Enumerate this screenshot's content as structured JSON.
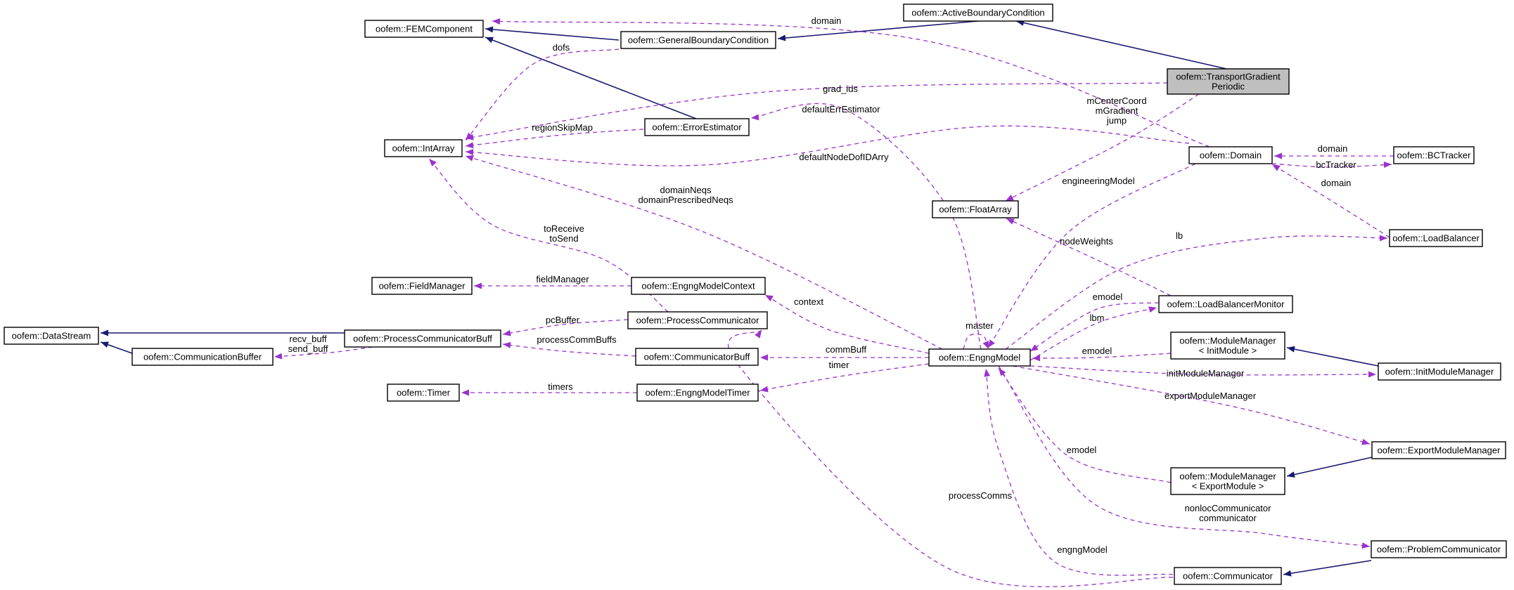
{
  "colors": {
    "inheritance": "#191970",
    "usage": "#9a32cd",
    "focus_fill": "#bfbfbf",
    "box_fill": "#ffffff",
    "box_stroke": "#000000"
  },
  "nodes": [
    {
      "id": "transport",
      "lines": [
        "oofem::TransportGradient",
        "Periodic"
      ],
      "focus": true
    },
    {
      "id": "activebc",
      "lines": [
        "oofem::ActiveBoundaryCondition"
      ]
    },
    {
      "id": "generalbc",
      "lines": [
        "oofem::GeneralBoundaryCondition"
      ]
    },
    {
      "id": "femcomponent",
      "lines": [
        "oofem::FEMComponent"
      ]
    },
    {
      "id": "intarray",
      "lines": [
        "oofem::IntArray"
      ]
    },
    {
      "id": "errorestimator",
      "lines": [
        "oofem::ErrorEstimator"
      ]
    },
    {
      "id": "domain",
      "lines": [
        "oofem::Domain"
      ]
    },
    {
      "id": "bctracker",
      "lines": [
        "oofem::BCTracker"
      ]
    },
    {
      "id": "floatarray",
      "lines": [
        "oofem::FloatArray"
      ]
    },
    {
      "id": "loadbalancer",
      "lines": [
        "oofem::LoadBalancer"
      ]
    },
    {
      "id": "fieldmanager",
      "lines": [
        "oofem::FieldManager"
      ]
    },
    {
      "id": "engngmodelcontext",
      "lines": [
        "oofem::EngngModelContext"
      ]
    },
    {
      "id": "processcommunicator",
      "lines": [
        "oofem::ProcessCommunicator"
      ]
    },
    {
      "id": "loadbalancermonitor",
      "lines": [
        "oofem::LoadBalancerMonitor"
      ]
    },
    {
      "id": "datastream",
      "lines": [
        "oofem::DataStream"
      ]
    },
    {
      "id": "processcommunicatorbuff",
      "lines": [
        "oofem::ProcessCommunicatorBuff"
      ]
    },
    {
      "id": "communicationbuffer",
      "lines": [
        "oofem::CommunicationBuffer"
      ]
    },
    {
      "id": "communicatorbuff",
      "lines": [
        "oofem::CommunicatorBuff"
      ]
    },
    {
      "id": "engngmodel",
      "lines": [
        "oofem::EngngModel"
      ]
    },
    {
      "id": "modulemanagerinit",
      "lines": [
        "oofem::ModuleManager",
        "< InitModule >"
      ]
    },
    {
      "id": "initmodulemanager",
      "lines": [
        "oofem::InitModuleManager"
      ]
    },
    {
      "id": "timer",
      "lines": [
        "oofem::Timer"
      ]
    },
    {
      "id": "engngmodeltimer",
      "lines": [
        "oofem::EngngModelTimer"
      ]
    },
    {
      "id": "exportmodulemanager",
      "lines": [
        "oofem::ExportModuleManager"
      ]
    },
    {
      "id": "modulemanagerexport",
      "lines": [
        "oofem::ModuleManager",
        "< ExportModule >"
      ]
    },
    {
      "id": "problemcommunicator",
      "lines": [
        "oofem::ProblemCommunicator"
      ]
    },
    {
      "id": "communicator",
      "lines": [
        "oofem::Communicator"
      ]
    }
  ],
  "edges": [
    {
      "kind": "inherit",
      "from": "transport",
      "to": "activebc",
      "label": []
    },
    {
      "kind": "inherit",
      "from": "activebc",
      "to": "generalbc",
      "label": []
    },
    {
      "kind": "inherit",
      "from": "generalbc",
      "to": "femcomponent",
      "label": []
    },
    {
      "kind": "inherit",
      "from": "errorestimator",
      "to": "femcomponent",
      "label": []
    },
    {
      "kind": "usage",
      "from": "domain",
      "to": "femcomponent",
      "label": [
        "domain"
      ]
    },
    {
      "kind": "usage",
      "from": "generalbc",
      "to": "intarray",
      "label": [
        "dofs"
      ]
    },
    {
      "kind": "usage",
      "from": "transport",
      "to": "intarray",
      "label": [
        "grad_ids"
      ]
    },
    {
      "kind": "usage",
      "from": "errorestimator",
      "to": "intarray",
      "label": [
        "regionSkipMap"
      ]
    },
    {
      "kind": "usage",
      "from": "domain",
      "to": "intarray",
      "label": [
        "defaultNodeDofIDArry"
      ]
    },
    {
      "kind": "usage",
      "from": "engngmodel",
      "to": "intarray",
      "label": [
        "domainNeqs",
        "domainPrescribedNeqs"
      ]
    },
    {
      "kind": "usage",
      "from": "processcommunicator",
      "to": "intarray",
      "label": [
        "toReceive",
        "toSend"
      ]
    },
    {
      "kind": "usage",
      "from": "transport",
      "to": "floatarray",
      "label": [
        "mCenterCoord",
        "mGradient",
        "jump"
      ]
    },
    {
      "kind": "usage",
      "from": "engngmodel",
      "to": "errorestimator",
      "label": [
        "defaultErrEstimator"
      ]
    },
    {
      "kind": "usage",
      "from": "bctracker",
      "to": "domain",
      "label": [
        "domain"
      ]
    },
    {
      "kind": "usage",
      "from": "domain",
      "to": "bctracker",
      "label": [
        "bcTracker"
      ]
    },
    {
      "kind": "usage",
      "from": "loadbalancer",
      "to": "domain",
      "label": [
        "domain"
      ]
    },
    {
      "kind": "usage",
      "from": "domain",
      "to": "engngmodel",
      "label": [
        "engineeringModel"
      ]
    },
    {
      "kind": "usage",
      "from": "loadbalancermonitor",
      "to": "floatarray",
      "label": [
        "nodeWeights"
      ]
    },
    {
      "kind": "usage",
      "from": "engngmodel",
      "to": "loadbalancer",
      "label": [
        "lb"
      ]
    },
    {
      "kind": "usage",
      "from": "engngmodelcontext",
      "to": "fieldmanager",
      "label": [
        "fieldManager"
      ]
    },
    {
      "kind": "usage",
      "from": "engngmodel",
      "to": "engngmodelcontext",
      "label": [
        "context"
      ]
    },
    {
      "kind": "usage",
      "from": "loadbalancermonitor",
      "to": "engngmodel",
      "label": [
        "emodel"
      ]
    },
    {
      "kind": "usage",
      "from": "engngmodel",
      "to": "loadbalancermonitor",
      "label": [
        "lbm"
      ]
    },
    {
      "kind": "usage",
      "from": "engngmodel",
      "to": "engngmodel",
      "label": [
        "master"
      ]
    },
    {
      "kind": "inherit",
      "from": "processcommunicatorbuff",
      "to": "datastream",
      "label": []
    },
    {
      "kind": "inherit",
      "from": "communicationbuffer",
      "to": "datastream",
      "label": []
    },
    {
      "kind": "usage",
      "from": "processcommunicator",
      "to": "processcommunicatorbuff",
      "label": [
        "pcBuffer"
      ]
    },
    {
      "kind": "usage",
      "from": "processcommunicatorbuff",
      "to": "communicationbuffer",
      "label": [
        "recv_buff",
        "send_buff"
      ]
    },
    {
      "kind": "usage",
      "from": "communicatorbuff",
      "to": "processcommunicatorbuff",
      "label": [
        "processCommBuffs"
      ]
    },
    {
      "kind": "usage",
      "from": "engngmodel",
      "to": "communicatorbuff",
      "label": [
        "commBuff"
      ]
    },
    {
      "kind": "usage",
      "from": "modulemanagerinit",
      "to": "engngmodel",
      "label": [
        "emodel"
      ]
    },
    {
      "kind": "inherit",
      "from": "initmodulemanager",
      "to": "modulemanagerinit",
      "label": []
    },
    {
      "kind": "usage",
      "from": "engngmodel",
      "to": "initmodulemanager",
      "label": [
        "initModuleManager"
      ]
    },
    {
      "kind": "usage",
      "from": "engngmodel",
      "to": "engngmodeltimer",
      "label": [
        "timer"
      ]
    },
    {
      "kind": "usage",
      "from": "engngmodeltimer",
      "to": "timer",
      "label": [
        "timers"
      ]
    },
    {
      "kind": "usage",
      "from": "engngmodel",
      "to": "exportmodulemanager",
      "label": [
        "exportModuleManager"
      ]
    },
    {
      "kind": "usage",
      "from": "modulemanagerexport",
      "to": "engngmodel",
      "label": [
        "emodel"
      ]
    },
    {
      "kind": "inherit",
      "from": "exportmodulemanager",
      "to": "modulemanagerexport",
      "label": []
    },
    {
      "kind": "usage",
      "from": "engngmodel",
      "to": "problemcommunicator",
      "label": [
        "nonlocCommunicator",
        "communicator"
      ]
    },
    {
      "kind": "inherit",
      "from": "problemcommunicator",
      "to": "communicator",
      "label": []
    },
    {
      "kind": "usage",
      "from": "communicator",
      "to": "processcommunicator",
      "label": [
        "processComms"
      ]
    },
    {
      "kind": "usage",
      "from": "communicator",
      "to": "engngmodel",
      "label": [
        "engngModel"
      ]
    }
  ]
}
